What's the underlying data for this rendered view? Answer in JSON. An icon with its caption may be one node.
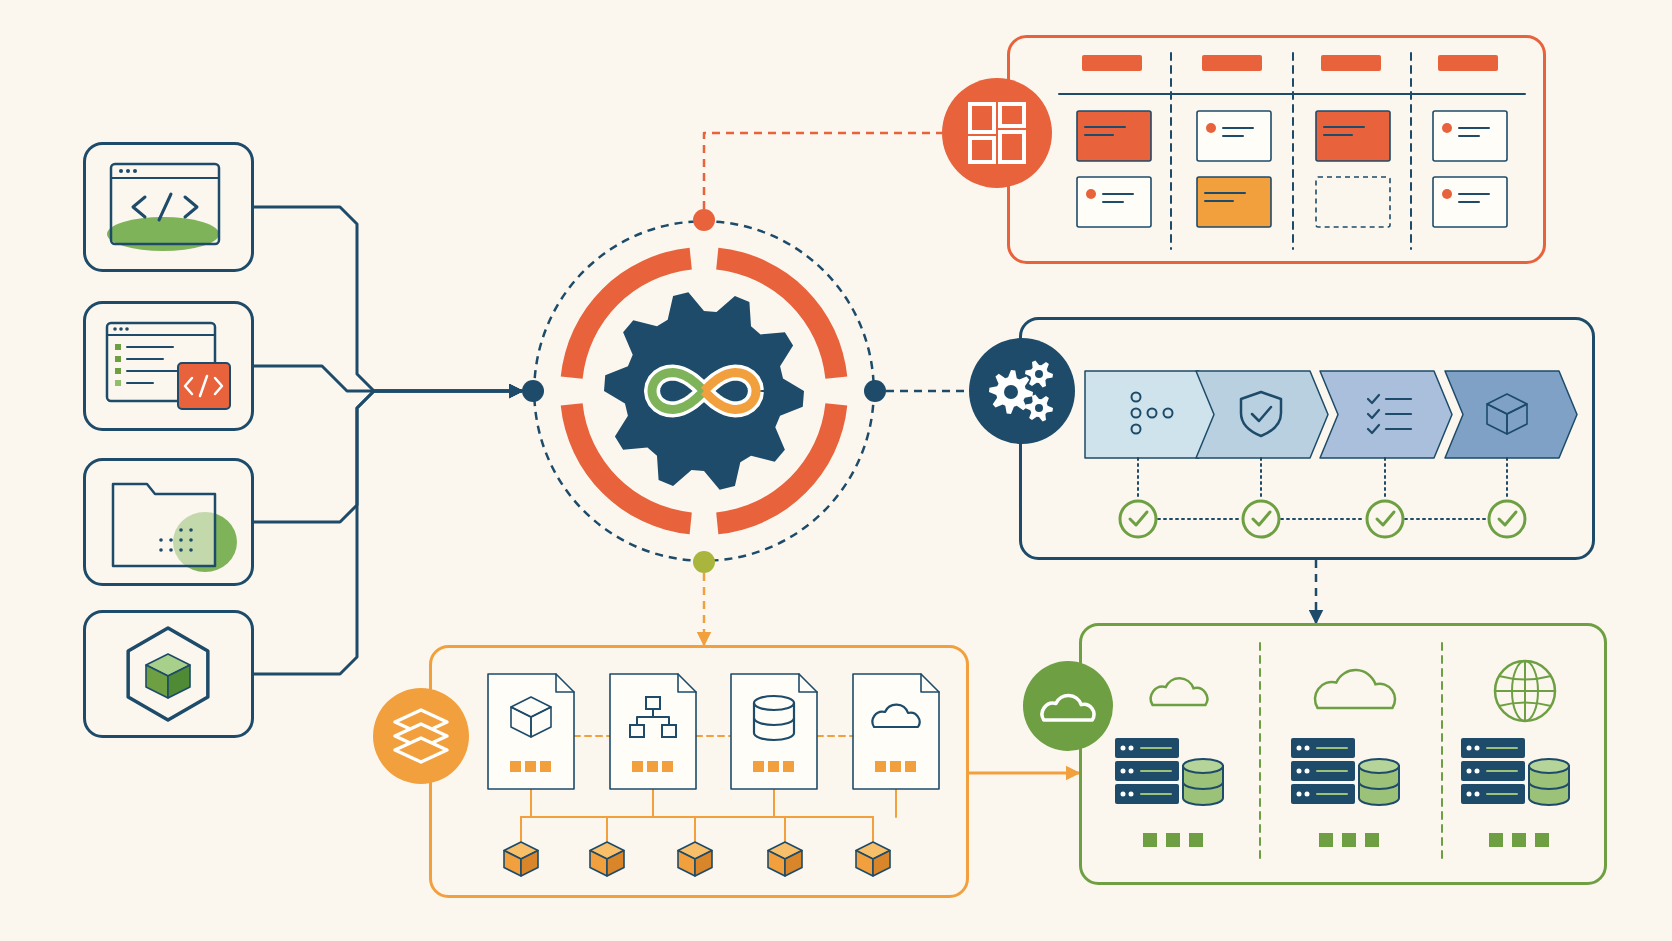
{
  "diagram": {
    "nodes": [
      {
        "text": [],
        "shape": "box"
      },
      {
        "text": [],
        "shape": "box"
      },
      {
        "text": [],
        "shape": "box"
      },
      {
        "text": [],
        "shape": "box"
      },
      {
        "text": [],
        "shape": "circle"
      },
      {
        "text": [],
        "shape": "box"
      },
      {
        "text": [],
        "shape": "circle"
      },
      {
        "text": [],
        "shape": "box"
      },
      {
        "text": [],
        "shape": "circle"
      },
      {
        "text": [],
        "shape": "box"
      },
      {
        "text": [],
        "shape": "circle"
      },
      {
        "text": [],
        "shape": "box"
      },
      {
        "text": [],
        "shape": "circle"
      }
    ],
    "edges": [
      {
        "from": 0,
        "to": 4,
        "arrow": "to"
      },
      {
        "from": 1,
        "to": 4,
        "arrow": "to"
      },
      {
        "from": 2,
        "to": 4,
        "arrow": "to"
      },
      {
        "from": 3,
        "to": 4,
        "arrow": "to"
      },
      {
        "from": 4,
        "to": 6,
        "arrow": "none",
        "style": "dashed",
        "color": "#e8623c"
      },
      {
        "from": 4,
        "to": 8,
        "arrow": "none",
        "style": "dashed"
      },
      {
        "from": 4,
        "to": 9,
        "arrow": "to",
        "style": "dashed",
        "color": "#f2a03d"
      },
      {
        "from": 7,
        "to": 11,
        "arrow": "to",
        "style": "dashed"
      },
      {
        "from": 9,
        "to": 11,
        "arrow": "to",
        "color": "#f2a03d"
      }
    ]
  }
}
